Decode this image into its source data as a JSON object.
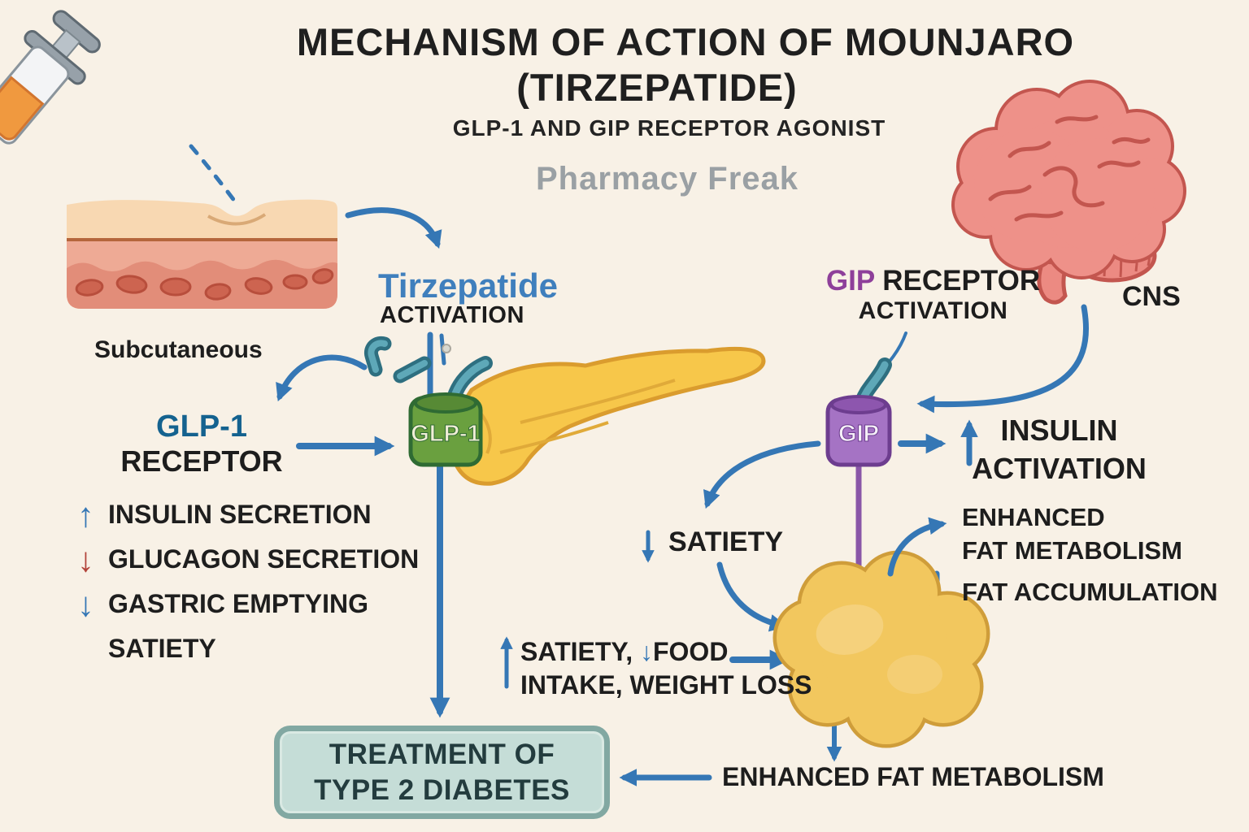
{
  "title_line1": "MECHANISM OF ACTION OF MOUNJARO",
  "title_line2": "(TIRZEPATIDE)",
  "subtitle": "GLP-1 AND GIP RECEPTOR AGONIST",
  "watermark": "Pharmacy Freak",
  "injection": {
    "site_label": "Subcutaneous"
  },
  "tirzepatide": {
    "name": "Tirzepatide",
    "sub": "ACTIVATION"
  },
  "glp1": {
    "receptor_title": "GLP-1",
    "receptor_subtitle": "RECEPTOR",
    "badge": "GLP-1",
    "effects": [
      {
        "glyph": "↑",
        "dir": "up",
        "color": "blue",
        "label": "INSULIN SECRETION"
      },
      {
        "glyph": "↓",
        "dir": "down",
        "color": "red",
        "label": "GLUCAGON SECRETION"
      },
      {
        "glyph": "↓",
        "dir": "down",
        "color": "blue",
        "label": "GASTRIC EMPTYING"
      },
      {
        "glyph": "",
        "dir": "none",
        "color": "none",
        "label": "SATIETY"
      }
    ]
  },
  "gip": {
    "receptor_word": "GIP",
    "receptor_rest": " RECEPTOR",
    "sub": "ACTIVATION",
    "badge": "GIP",
    "insulin_line1": "INSULIN",
    "insulin_line2": "ACTIVATION",
    "satiety_label": "SATIETY",
    "enhanced_line1": "ENHANCED",
    "enhanced_line2": "FAT METABOLISM",
    "fat_accumulation": "FAT ACCUMULATION"
  },
  "cns_label": "CNS",
  "weight_loss": {
    "up_glyph": "↑",
    "part1": "SATIETY,",
    "arrow": "↓",
    "part2": "FOOD",
    "line2": "INTAKE, WEIGHT LOSS"
  },
  "bottom_flow": {
    "enhanced_fat_metabolism": "ENHANCED FAT METABOLISM"
  },
  "treatment_box": {
    "line1": "TREATMENT OF",
    "line2": "TYPE 2 DIABETES"
  },
  "colors": {
    "background": "#f8f1e6",
    "arrow_blue": "#3577b5",
    "arrow_red": "#b2433a",
    "purple_line": "#8a56a8",
    "glp1_green": "#6aa03f",
    "gip_purple": "#a573c4",
    "pancreas_yellow": "#f7c74a",
    "fat_yellow": "#f2c75e",
    "brain_pink": "#ee9189",
    "accent_tirzepatide": "#3f7fbd",
    "accent_glp1": "#14628f",
    "accent_gip": "#8e3f9a",
    "treatment_fill": "#c5ddd7",
    "treatment_border": "#82a8a2"
  }
}
